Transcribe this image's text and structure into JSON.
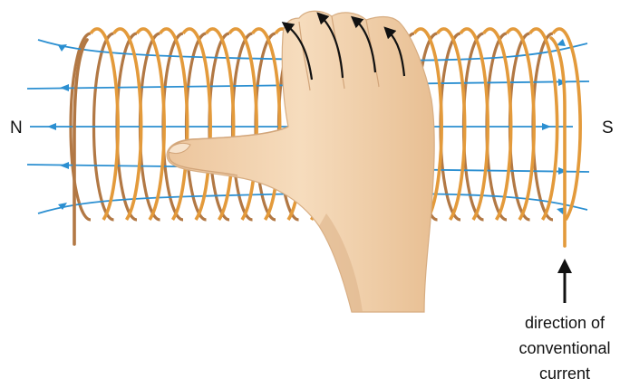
{
  "labels": {
    "north_pole": "N",
    "south_pole": "S",
    "current_caption": [
      "direction of",
      "conventional",
      "current"
    ]
  },
  "colors": {
    "field_line": "#2b8fd1",
    "coil_front": "#e39a3b",
    "coil_back": "#b27844",
    "coil_dark": "#9c5e2c",
    "skin": "#f2d2aa",
    "skin_shadow": "#ddb48a",
    "arrow": "#111111"
  },
  "icons": {
    "current_arrow": "up-arrow-icon",
    "finger_arrows": "curved-arrow-icon"
  }
}
